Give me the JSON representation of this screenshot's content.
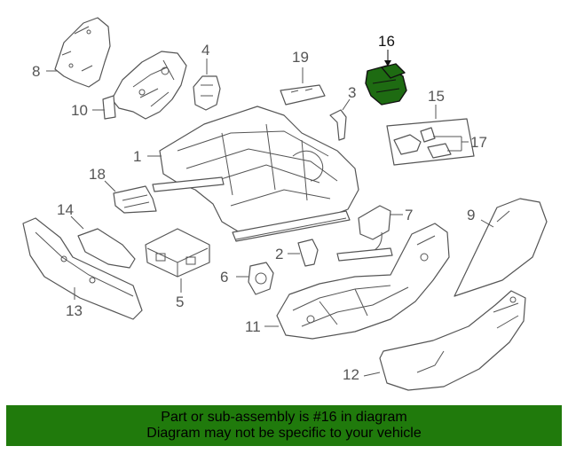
{
  "diagram": {
    "highlight_color": "#1e6b12",
    "callouts": {
      "c1": "1",
      "c2": "2",
      "c3": "3",
      "c4": "4",
      "c5": "5",
      "c6": "6",
      "c7": "7",
      "c8": "8",
      "c9": "9",
      "c10": "10",
      "c11": "11",
      "c12": "12",
      "c13": "13",
      "c14": "14",
      "c15": "15",
      "c16": "16",
      "c17": "17",
      "c18": "18",
      "c19": "19"
    },
    "highlighted_part": "16"
  },
  "banner": {
    "line1": "Part or sub-assembly is #16 in diagram",
    "line2": "Diagram may not be specific to your vehicle",
    "background": "#207a0c"
  }
}
